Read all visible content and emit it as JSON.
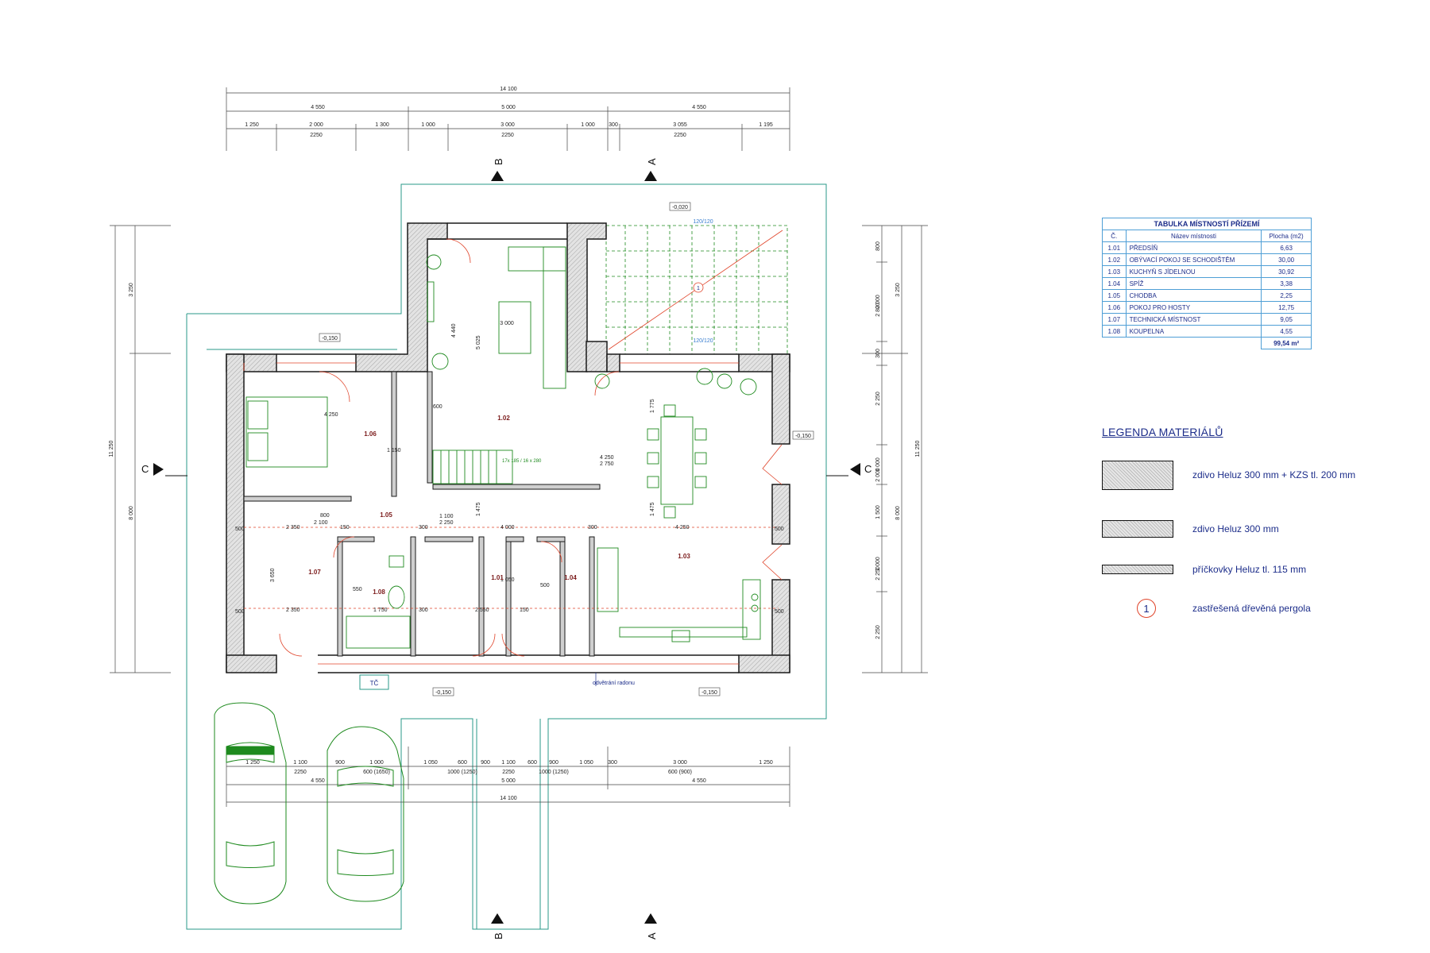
{
  "dimensions": {
    "top_overall": "14 100",
    "top_main": [
      "4 550",
      "5 000",
      "4 550"
    ],
    "top_detail": [
      "1 250",
      "2 000",
      "1 300",
      "1 000",
      "3 000",
      "1 000",
      "300",
      "3 055",
      "1 195"
    ],
    "top_detail_sub": [
      "2250",
      "2250",
      "2250"
    ],
    "bottom_overall": "14 100",
    "bottom_main": [
      "4 550",
      "5 000",
      "4 550"
    ],
    "bottom_detail": [
      "1 250",
      "1 100",
      "900",
      "1 000",
      "1 050",
      "600",
      "900",
      "1 100",
      "600",
      "900",
      "1 050",
      "300",
      "3 000",
      "1 250"
    ],
    "bottom_detail_sub": [
      "2250",
      "600 (1650)",
      "1000 (1250)",
      "2250",
      "1000 (1250)",
      "600 (900)"
    ],
    "left_overall": "11 250",
    "left": [
      "3 250",
      "8 000"
    ],
    "right_overall": "11 250",
    "right": [
      "3 250",
      "8 000"
    ],
    "right_detail": [
      "800",
      "2 000",
      "2 800",
      "300",
      "2 250",
      "1 000",
      "2 000",
      "1 500",
      "1 000",
      "2 250",
      "2 250"
    ]
  },
  "levels": [
    "-0,020",
    "-0,150",
    "-0,150",
    "-0,150",
    "-0,150"
  ],
  "section_marks": {
    "a": "A",
    "b": "B",
    "c": "C"
  },
  "pergola_dims": [
    "120/120",
    "120/120"
  ],
  "rooms_on_plan": [
    "1.01",
    "1.02",
    "1.03",
    "1.04",
    "1.05",
    "1.06",
    "1.07",
    "1.08"
  ],
  "plan_labels": {
    "heat_pump": "TČ",
    "drainage": "odvětrání radonu",
    "stairs": "17x 185 / 16 x 280",
    "tv": "3 000",
    "interior_dims": [
      "4 250",
      "2 750",
      "4 250",
      "2 350",
      "4 000",
      "4 250",
      "2 350",
      "1 750",
      "2 550",
      "1 100",
      "2 250",
      "1 150",
      "1 475",
      "1 475",
      "1 775",
      "1 050",
      "500",
      "550",
      "800",
      "2 100",
      "3 650",
      "5 025",
      "4 440",
      "600",
      "500",
      "500",
      "500",
      "500",
      "150",
      "150",
      "300",
      "300",
      "300"
    ]
  },
  "room_table": {
    "caption": "TABULKA MÍSTNOSTÍ PŘÍZEMÍ",
    "headers": [
      "Č.",
      "Název místnosti",
      "Plocha (m2)"
    ],
    "rows": [
      [
        "1.01",
        "PŘEDSÍŇ",
        "6,63"
      ],
      [
        "1.02",
        "OBÝVACÍ POKOJ SE SCHODIŠTĚM",
        "30,00"
      ],
      [
        "1.03",
        "KUCHYŇ S JÍDELNOU",
        "30,92"
      ],
      [
        "1.04",
        "SPÍŽ",
        "3,38"
      ],
      [
        "1.05",
        "CHODBA",
        "2,25"
      ],
      [
        "1.06",
        "POKOJ PRO HOSTY",
        "12,75"
      ],
      [
        "1.07",
        "TECHNICKÁ MÍSTNOST",
        "9,05"
      ],
      [
        "1.08",
        "KOUPELNA",
        "4,55"
      ]
    ],
    "total": "99,54 m²"
  },
  "legend": {
    "title": "LEGENDA MATERIÁLŮ",
    "items": [
      {
        "text": "zdivo Heluz 300 mm + KZS tl. 200 mm"
      },
      {
        "text": "zdivo Heluz 300 mm"
      },
      {
        "text": "příčkovky Heluz tl. 115 mm"
      },
      {
        "number": "1",
        "text": "zastřešená dřevěná pergola"
      }
    ]
  },
  "colors": {
    "wall": "#1a1a1a",
    "wall_fill": "#d9d9d9",
    "furniture": "#1e8a1e",
    "site": "#2a9a8a",
    "openings": "#e0442a",
    "table_text": "#1c2d8a",
    "table_border": "#4f9fd6"
  }
}
